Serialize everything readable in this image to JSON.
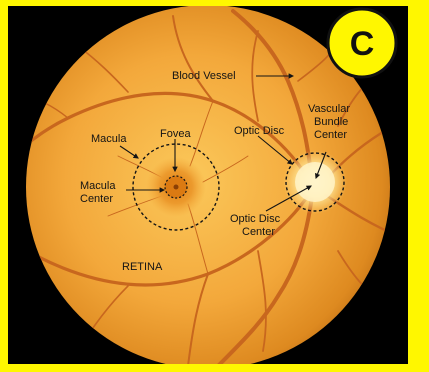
{
  "figure": {
    "panel_letter": "C",
    "labels": {
      "blood_vessel": "Blood Vessel",
      "vascular_bundle_center_line1": "Vascular",
      "vascular_bundle_center_line2": "Bundle",
      "vascular_bundle_center_line3": "Center",
      "macula": "Macula",
      "fovea": "Fovea",
      "optic_disc": "Optic Disc",
      "macula_center_line1": "Macula",
      "macula_center_line2": "Center",
      "optic_disc_center_line1": "Optic Disc",
      "optic_disc_center_line2": "Center",
      "retina": "RETINA"
    },
    "colors": {
      "border": "#fff700",
      "retina_center": "#f9bd45",
      "retina_edge": "#d37a14",
      "vessel": "#c8671e",
      "label_text": "#141414"
    }
  }
}
